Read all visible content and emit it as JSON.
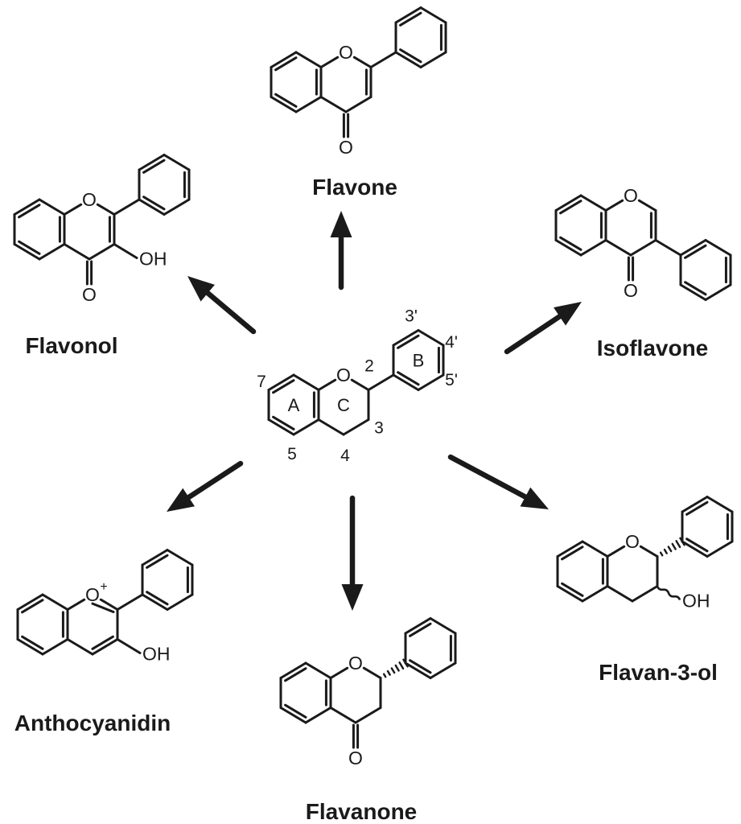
{
  "molecule_labels": {
    "flavone": "Flavone",
    "flavonol": "Flavonol",
    "isoflavone": "Isoflavone",
    "anthocyanidin": "Anthocyanidin",
    "flavanone": "Flavanone",
    "flavan3ol": "Flavan-3-ol"
  },
  "atoms": {
    "oxygen": "O",
    "hydroxyl": "OH",
    "cation_plus": "+"
  },
  "backbone": {
    "ring_labels": {
      "a": "A",
      "b": "B",
      "c": "C"
    },
    "locants": {
      "c2": "2",
      "c3": "3",
      "c4": "4",
      "c5": "5",
      "c7": "7",
      "b3": "3'",
      "b4": "4'",
      "b5": "5'"
    }
  },
  "colors": {
    "ink": "#1a1a1a",
    "background": "#ffffff"
  }
}
